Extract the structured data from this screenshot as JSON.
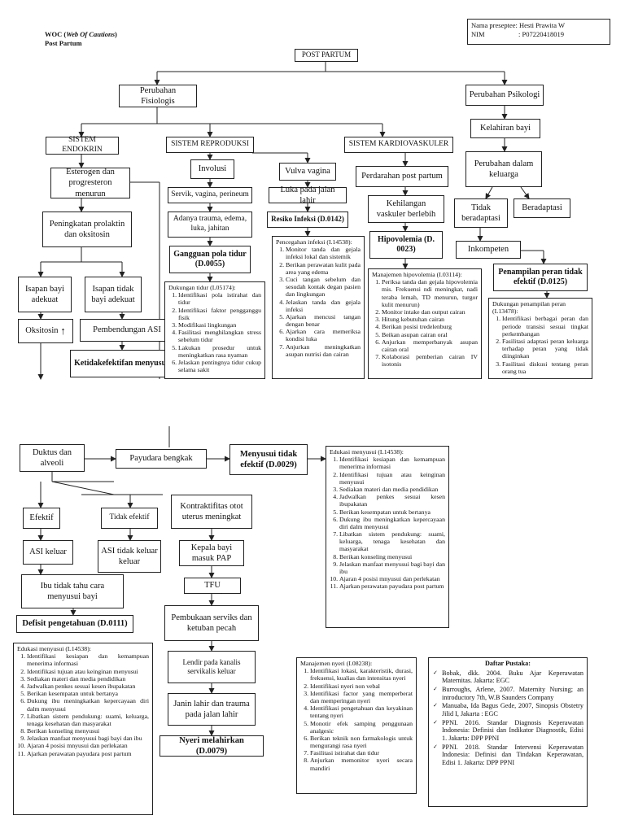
{
  "header": {
    "woc_prefix": "WOC (",
    "woc_italic": "Web Of Cautions",
    "woc_suffix": ")",
    "subtitle": "Post Partum"
  },
  "preseptee": {
    "name_line": "Nama preseptee: Hesti Prawita W",
    "nim_label": "NIM",
    "nim_value": ": P07220418019"
  },
  "nodes": {
    "post_partum": "POST PARTUM",
    "fisiologis": "Perubahan Fisiologis",
    "psikologi": "Perubahan Psikologi",
    "endokrin": "SISTEM ENDOKRIN",
    "reproduksi": "SISTEM REPRODUKSI",
    "kardio": "SISTEM KARDIOVASKULER",
    "kelahiran": "Kelahiran bayi",
    "esterogen": "Esterogen dan progresteron menurun",
    "involusi": "Involusi",
    "vulva": "Vulva vagina",
    "perdarahan": "Perdarahan post partum",
    "perubahan_keluarga": "Perubahan dalam keluarga",
    "servik": "Servik, vagina, perineum",
    "luka_lahir": "Luka pada jalan lahir",
    "tidak_adaptasi": "Tidak beradaptasi",
    "beradaptasi": "Beradaptasi",
    "prolaktin": "Peningkatan prolaktin dan oksitosin",
    "trauma": "Adanya trauma, edema, luka, jahitan",
    "resiko_infeksi": "Resiko Infeksi (D.0142)",
    "kehilangan": "Kehilangan vaskuler berlebih",
    "inkompeten": "Inkompeten",
    "gangguan_tidur": "Gangguan pola tidur (D.0055)",
    "hipovolemia": "Hipovolemia (D. 0023)",
    "penampilan_peran": "Penampilan peran tidak efektif (D.0125)",
    "isapan_adekuat": "Isapan bayi adekuat",
    "isapan_tidak": "Isapan tidak bayi adekuat",
    "oksitosin": "Oksitosin",
    "pembendungan": "Pembendungan ASI",
    "ketidakefektifan": "Ketidakefektifan menyusui",
    "duktus": "Duktus dan alveoli",
    "payudara": "Payudara bengkak",
    "menyusui_tidak": "Menyusui tidak efektif (D.0029)",
    "efektif": "Efektif",
    "tidak_efektif": "Tidak efektif",
    "kontraktifitas": "Kontraktifitas otot uterus meningkat",
    "asi_keluar": "ASI keluar",
    "asi_tidak": "ASI tidak keluar keluar",
    "kepala_bayi": "Kepala bayi masuk PAP",
    "ibu_tidak_tahu": "Ibu tidak tahu cara menyusui bayi",
    "tfu": "TFU",
    "defisit": "Defisit pengetahuan (D.0111)",
    "pembukaan": "Pembukaan serviks dan ketuban pecah",
    "lendir": "Lendir pada kanalis servikalis keluar",
    "janin": "Janin lahir dan trauma pada jalan lahir",
    "nyeri": "Nyeri melahirkan (D.0079)"
  },
  "lists": {
    "dukungan_tidur": {
      "heading": "Dukungan tidur (L05174):",
      "items": [
        "Identifikasi pola istirahat dan tidur",
        "Identifikasi faktor pengganggu fisik",
        "Modifikasi lingkungan",
        "Fasilitasi menghilangkan stress sebelum tidur",
        "Lakukan prosedur untuk meningkatkan rasa nyaman",
        "Jelaskan pentingnya tidur cukup selama sakit"
      ]
    },
    "pencegahan_infeksi": {
      "heading": "Pencegahan infeksi (I.14538):",
      "items": [
        "Monitor tanda dan gejala infeksi lokal dan sistemik",
        "Berikan perawatan kulit pada area yang edema",
        "Cuci tangan sebelum dan sesudah kontak degan pasien dan lingkungan",
        "Jelaskan tanda dan gejala infeksi",
        "Ajarkan mencusi tangan dengan benar",
        "Ajarkan cara memeriksa kondisi luka",
        "Anjurkan meningkatkan asupan nutrisi dan cairan"
      ]
    },
    "manajemen_hipovolemia": {
      "heading": "Manajemen hipovolemia (I.03114):",
      "items": [
        "Periksa tanda dan gejala hipovolemia mis. Frekuensi ndi meningkat, nadi teraba lemah, TD menurun, turgor kulit menurun)",
        "Monitor intake dan output cairan",
        "Hitung kebutuhan cairan",
        "Berikan posisi tredelenburg",
        "Beikan asupan cairan oral",
        "Anjurkan memperbanyak asupan cairan oral",
        "Kolaborasi pemberian cairan IV isotonis"
      ]
    },
    "dukungan_penampilan": {
      "heading": "Dukungan penampilan peran (L13478):",
      "items": [
        "Identifikasi berbagai peran dan periode transisi sesuai tingkat perkembangan",
        "Fasilitasi adaptasi peran keluarga terhadap peran yang tidak diinginkan",
        "Fasilitasi diskusi tentang peran orang tua"
      ]
    },
    "edukasi_menyusui_1": {
      "heading": "Edukasi menyusui (L14538):",
      "items": [
        "Identifikasi kesiapan dan kemampuan menerima informasi",
        "Identifikasi tujuan atau keinginan menyusui",
        "Sediakan materi dan media pendidikan",
        "Jadwalkan penkes sesuai kesen ibupakatan",
        "Berikan kesempatan untuk bertanya",
        "Dukung ibu meningkatkan kepercayaan diri dalm menyusui",
        "Libatkan sistem pendukung: suami, keluarga, tenaga kesehatan dan masyarakat",
        "Berikan konseling menyusui",
        "Jelaskan manfaat menyusui bagi bayi dan ibu",
        "Ajaran 4 posisi mnyusui dan perlekatan",
        "Ajarkan perawatan payudara post partum"
      ]
    },
    "edukasi_menyusui_2": {
      "heading": "Edukasi menyusui (L14538):",
      "items": [
        "Identifikasi kesiapan dan kemampuan menerima informasi",
        "Identifikasi tujuan atau keinginan menyusui",
        "Sediakan materi dan media pendidikan",
        "Jadwalkan penkes sesuai kesen ibupakatan",
        "Berikan kesempatan untuk bertanya",
        "Dukung ibu meningkatkan kepercayaan diri dalm menyusui",
        "Libatkan sistem pendukung: suami, keluarga, tenaga kesehatan dan masyarakat",
        "Berikan konseling menyusui",
        "Jelaskan manfaat menyusui bagi bayi dan ibu",
        "Ajaran 4 posisi mnyusui dan perlekatan",
        "Ajarkan perawatan payudara post partum"
      ]
    },
    "manajemen_nyeri": {
      "heading": "Manajemen nyeri (I.08238):",
      "items": [
        "Identifikasi lokasi, karakteristik, durasi, frekuensi, kualias dan intensitas nyeri",
        "Identifikasi nyeri non vebal",
        "Identifikasi factor yang memperberat dan memperingan nyeri",
        "Identifikasi pengetahuan dan keyakinan tentang nyeri",
        "Monotir efek samping penggunaan analgesic",
        "Berikan teknik non farmakologis untuk mengurangi rasa nyeri",
        "Fasilitasi istirahat dan tidur",
        "Anjurkan memonitor nyeri secara mandiri"
      ]
    }
  },
  "references": {
    "title": "Daftar Pustaka:",
    "items": [
      "Bobak, dkk. 2004. Buku Ajar Keperawatan Maternitas. Jakarta: EGC",
      "Burroughs, Arlene, 2007. Maternity Nursing; an introductory 7th, W.B Saunders Company",
      "Manuaba, Ida Bagus Gede, 2007, Sinopsis Obstetry Jilid I, Jakarta : EGC",
      "PPNI. 2016. Standar Diagnosis Keperawatan Indonesia: Definisi dan Indikator Diagnostik, Edisi 1. Jakarta: DPP PPNI",
      "PPNI. 2018. Standar Intervensi Keperawatan Indonesia: Definisi dan Tindakan Keperawatan, Edisi 1. Jakarta: DPP PPNI"
    ]
  },
  "symbols": {
    "up_arrow": "↑",
    "tfu_dot": "."
  }
}
